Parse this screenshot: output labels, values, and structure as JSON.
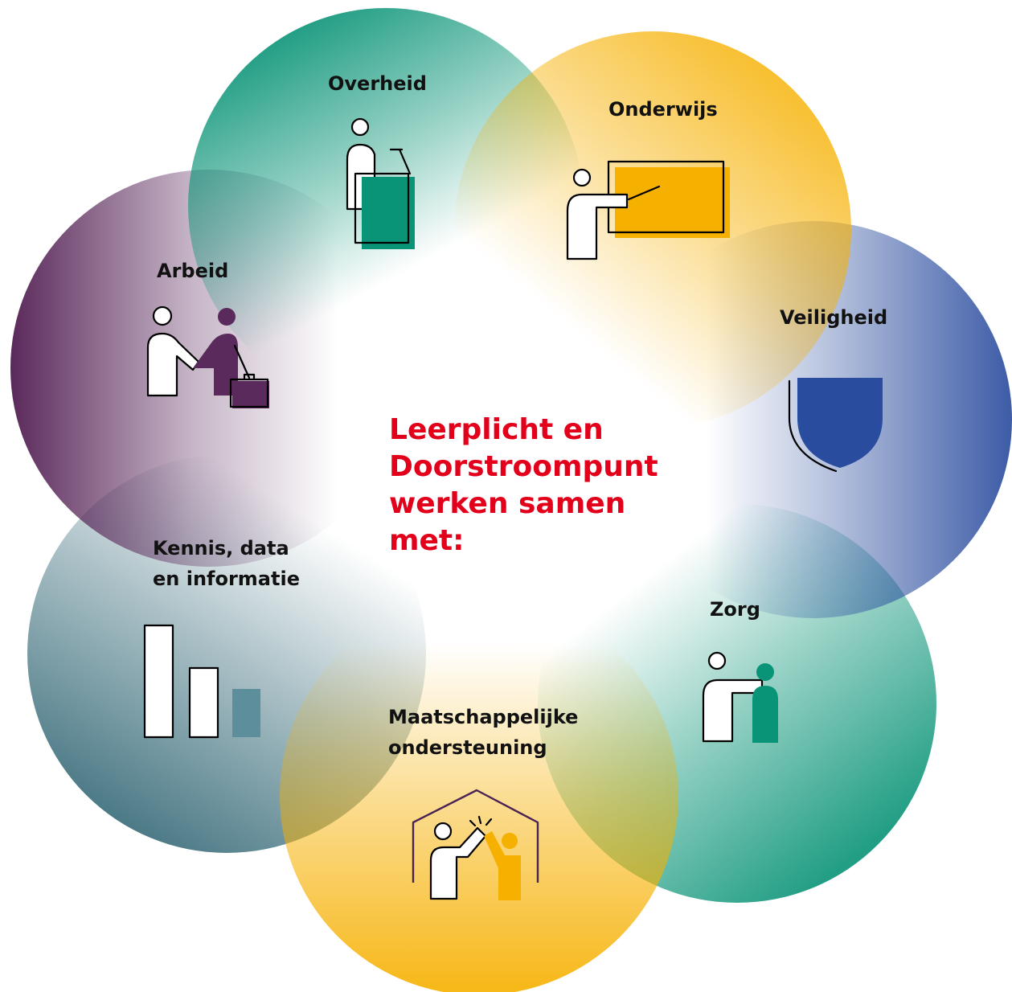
{
  "title_lines": [
    "Leerplicht en",
    "Doorstroompunt",
    "werken samen",
    "met:"
  ],
  "sectors": [
    {
      "key": "overheid",
      "label_lines": [
        "Overheid"
      ],
      "color": "#0a9477",
      "icon": "speaker-at-podium-icon"
    },
    {
      "key": "onderwijs",
      "label_lines": [
        "Onderwijs"
      ],
      "color": "#f6b000",
      "icon": "teacher-at-board-icon"
    },
    {
      "key": "veiligheid",
      "label_lines": [
        "Veiligheid"
      ],
      "color": "#2a4c9e",
      "icon": "shield-icon"
    },
    {
      "key": "zorg",
      "label_lines": [
        "Zorg"
      ],
      "color": "#0a9477",
      "icon": "caregiver-icon"
    },
    {
      "key": "maatschappelijke",
      "label_lines": [
        "Maatschappelijke",
        "ondersteuning"
      ],
      "color": "#f6b000",
      "icon": "high-five-house-icon"
    },
    {
      "key": "kennis",
      "label_lines": [
        "Kennis, data",
        "en informatie"
      ],
      "color": "#5d8e9b",
      "icon": "bar-chart-icon"
    },
    {
      "key": "arbeid",
      "label_lines": [
        "Arbeid"
      ],
      "color": "#5b2a5c",
      "icon": "handshake-icon"
    }
  ]
}
